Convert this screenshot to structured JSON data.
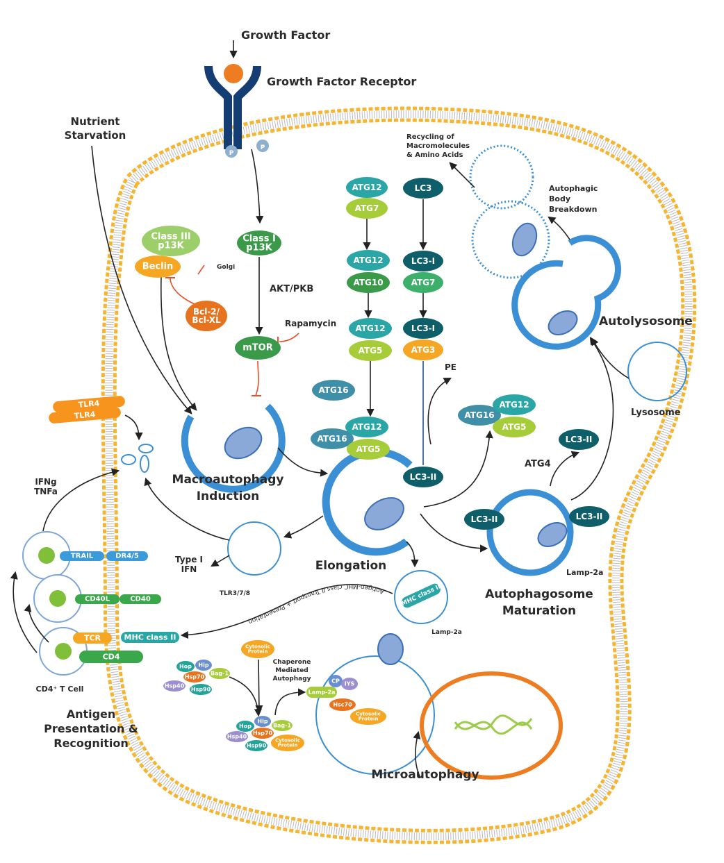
{
  "palette": {
    "membrane": "#f5b533",
    "vesicle": "#3b8fd4",
    "teal": "#2aa6a6",
    "lightgreen": "#a6cc3a",
    "green": "#3a9a4a",
    "darkteal": "#0f5f6b",
    "orange": "#f5a623",
    "red": "#e8731f",
    "steel": "#3f8fa8",
    "inhibit": "#e8502a",
    "nucleus": "#ee7d22",
    "dna": "#9ccc4a"
  },
  "labels": [
    {
      "lines": [
        "Growth Factor"
      ]
    },
    {
      "lines": [
        "Growth Factor Receptor"
      ]
    },
    {
      "lines": [
        "Nutrient",
        "Starvation"
      ]
    },
    {
      "lines": [
        "Golgi"
      ]
    },
    {
      "lines": [
        "AKT/PKB"
      ]
    },
    {
      "lines": [
        "Rapamycin"
      ]
    },
    {
      "lines": [
        "Recycling of",
        "Macromolecules",
        "& Amino Acids"
      ]
    },
    {
      "lines": [
        "Autophagic",
        "Body",
        "Breakdown"
      ]
    },
    {
      "lines": [
        "Autolysosome"
      ]
    },
    {
      "lines": [
        "Lysosome"
      ]
    },
    {
      "lines": [
        "PE"
      ]
    },
    {
      "lines": [
        "ATG4"
      ]
    },
    {
      "lines": [
        "Macroautophagy",
        "Induction"
      ]
    },
    {
      "lines": [
        "Elongation"
      ]
    },
    {
      "lines": [
        "Autophagosome",
        "Maturation"
      ]
    },
    {
      "lines": [
        "Lamp-2a"
      ]
    },
    {
      "lines": [
        "Type I",
        "IFN"
      ]
    },
    {
      "lines": [
        "TLR3/7/8"
      ]
    },
    {
      "lines": [
        "IFNg",
        "TNFa"
      ]
    },
    {
      "lines": [
        "CD4⁺ T Cell"
      ]
    },
    {
      "lines": [
        "Antigen",
        "Presentation &",
        "Recognition"
      ]
    },
    {
      "lines": [
        "Chaperone",
        "Mediated",
        "Autophagy"
      ]
    },
    {
      "lines": [
        "Microautophagy"
      ]
    },
    {
      "lines": [
        "Lamp-2a"
      ]
    },
    {
      "lines": [
        "P"
      ]
    },
    {
      "lines": [
        "P"
      ]
    }
  ],
  "transport_label": "Antigen-MHC class II Transport + Presentation",
  "pills": [
    {
      "text": "ATG12",
      "color": "#2aa6a6"
    },
    {
      "text": "ATG7",
      "color": "#a6cc3a"
    },
    {
      "text": "ATG12",
      "color": "#2aa6a6"
    },
    {
      "text": "ATG10",
      "color": "#3a9a4a"
    },
    {
      "text": "ATG12",
      "color": "#2aa6a6"
    },
    {
      "text": "ATG5",
      "color": "#a6cc3a"
    },
    {
      "text": "ATG16",
      "color": "#3f8fa8"
    },
    {
      "text": "ATG12",
      "color": "#2aa6a6"
    },
    {
      "text": "ATG16",
      "color": "#3f8fa8"
    },
    {
      "text": "ATG5",
      "color": "#a6cc3a"
    },
    {
      "text": "LC3",
      "color": "#0f5f6b"
    },
    {
      "text": "LC3-I",
      "color": "#0f5f6b"
    },
    {
      "text": "ATG7",
      "color": "#3cb06a"
    },
    {
      "text": "LC3-I",
      "color": "#0f5f6b"
    },
    {
      "text": "ATG3",
      "color": "#f5a623"
    },
    {
      "text": "LC3-II",
      "color": "#0f5f6b"
    },
    {
      "text": "ATG16",
      "color": "#3f8fa8"
    },
    {
      "text": "ATG12",
      "color": "#2aa6a6"
    },
    {
      "text": "ATG5",
      "color": "#a6cc3a"
    },
    {
      "text": "LC3-II",
      "color": "#0f5f6b"
    },
    {
      "text": "LC3-II",
      "color": "#0f5f6b"
    },
    {
      "text": "LC3-II",
      "color": "#0f5f6b"
    },
    {
      "text": "Class III p13K",
      "color": "#9ccf6a"
    },
    {
      "text": "Beclin",
      "color": "#f5a623"
    },
    {
      "text": "Bcl-2/ Bcl-XL",
      "color": "#e8731f"
    },
    {
      "text": "Class I p13K",
      "color": "#3a9a4a"
    },
    {
      "text": "mTOR",
      "color": "#3a9a4a"
    },
    {
      "text": "TLR4",
      "color": "#f7941d"
    },
    {
      "text": "TLR4",
      "color": "#f7941d"
    },
    {
      "text": "TRAIL",
      "color": "#3b9ad9"
    },
    {
      "text": "DR4/5",
      "color": "#3b9ad9"
    },
    {
      "text": "CD40L",
      "color": "#3aa84a"
    },
    {
      "text": "CD40",
      "color": "#3aa84a"
    },
    {
      "text": "TCR",
      "color": "#f5a623"
    },
    {
      "text": "MHC class II",
      "color": "#2aa6a6"
    },
    {
      "text": "CD4",
      "color": "#3aa84a"
    },
    {
      "text": "Cytosolic Protein",
      "color": "#f5a623"
    },
    {
      "text": "Hop",
      "color": "#23a39a"
    },
    {
      "text": "Hip",
      "color": "#6a8fd0"
    },
    {
      "text": "Hsp70",
      "color": "#e8731f"
    },
    {
      "text": "Bag-1",
      "color": "#a6cc3a"
    },
    {
      "text": "Hsp40",
      "color": "#9b8fd0"
    },
    {
      "text": "Hsp90",
      "color": "#23a39a"
    },
    {
      "text": "Hip",
      "color": "#6a8fd0"
    },
    {
      "text": "Hop",
      "color": "#23a39a"
    },
    {
      "text": "Bag-1",
      "color": "#a6cc3a"
    },
    {
      "text": "Hsp70",
      "color": "#e8731f"
    },
    {
      "text": "Hsp40",
      "color": "#9b8fd0"
    },
    {
      "text": "Hsp90",
      "color": "#23a39a"
    },
    {
      "text": "Cytosolic Protein",
      "color": "#f5a623"
    },
    {
      "text": "Lamp-2a",
      "color": "#a6cc3a"
    },
    {
      "text": "CP",
      "color": "#6a8fd0"
    },
    {
      "text": "IYS",
      "color": "#9b8fd0"
    },
    {
      "text": "Hsc70",
      "color": "#e8731f"
    },
    {
      "text": "Cytosolic Protein",
      "color": "#f5a623"
    },
    {
      "text": "MHC class II",
      "color": "#2aa6a6"
    }
  ]
}
